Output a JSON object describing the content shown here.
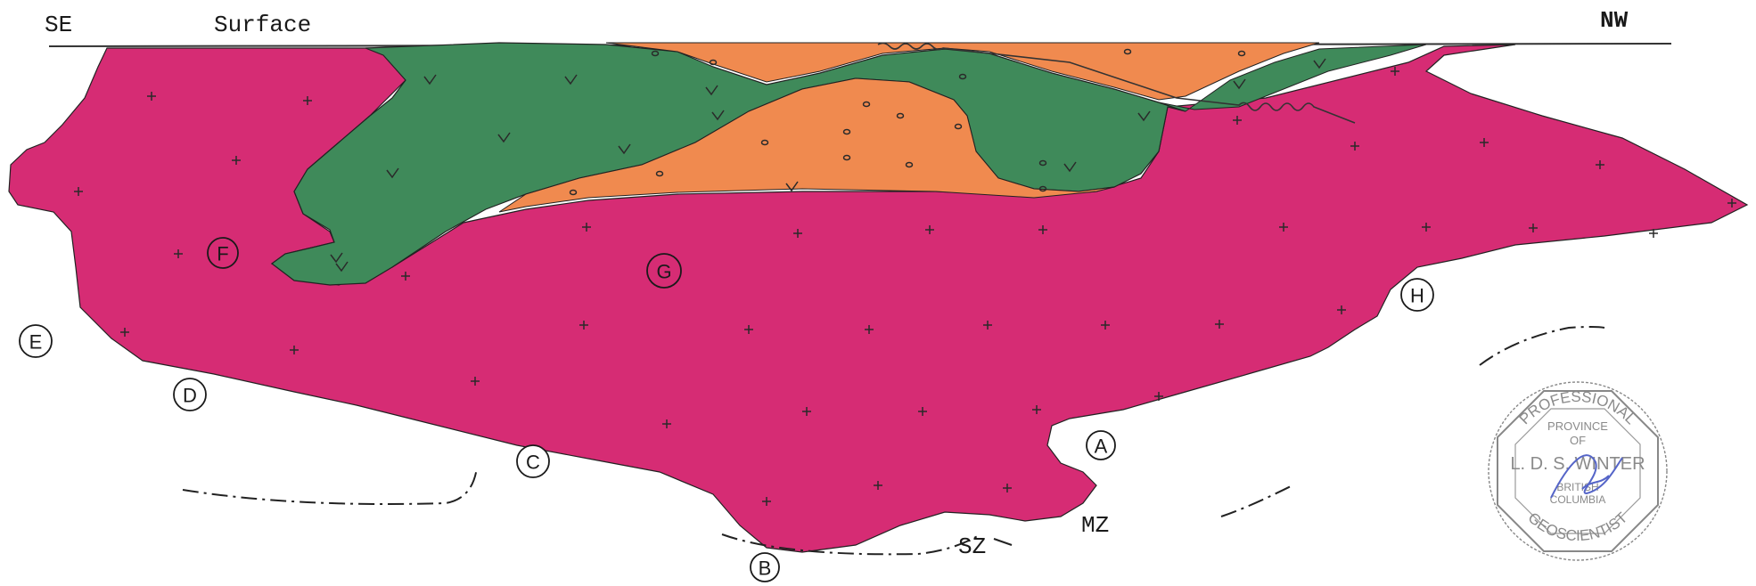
{
  "labels": {
    "se": "SE",
    "surface": "Surface",
    "nw": "NW",
    "sz": "SZ",
    "mz": "MZ"
  },
  "points": [
    {
      "id": "A",
      "label": "A"
    },
    {
      "id": "B",
      "label": "B"
    },
    {
      "id": "C",
      "label": "C"
    },
    {
      "id": "D",
      "label": "D"
    },
    {
      "id": "E",
      "label": "E"
    },
    {
      "id": "F",
      "label": "F"
    },
    {
      "id": "G",
      "label": "G"
    },
    {
      "id": "H",
      "label": "H"
    }
  ],
  "stamp": {
    "top_text": "PROFESSIONAL",
    "bottom_text": "GEOSCIENTIST",
    "province": "PROVINCE",
    "of": "OF",
    "name": "L. D. S. WINTER",
    "british": "BRITISH",
    "columbia": "COLUMBIA"
  },
  "colors": {
    "intrusion_magenta": "#d62c74",
    "volcanic_green": "#3f8a5a",
    "sediment_orange": "#f08a4f"
  }
}
